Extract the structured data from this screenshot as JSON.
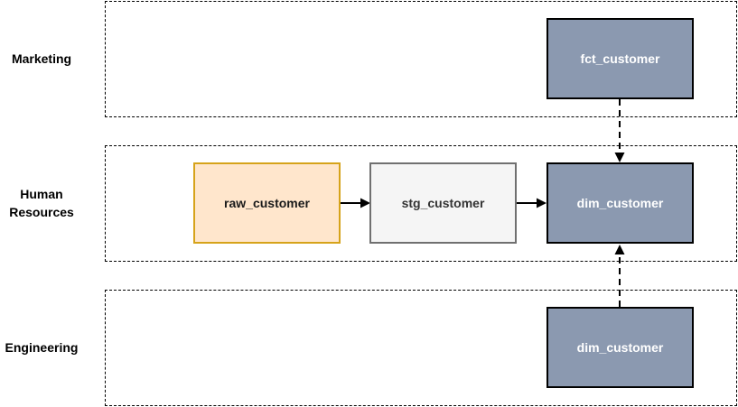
{
  "lanes": [
    {
      "id": "marketing",
      "label": "Marketing"
    },
    {
      "id": "human-resources",
      "label": "Human\nResources"
    },
    {
      "id": "engineering",
      "label": "Engineering"
    }
  ],
  "nodes": {
    "fct_customer_marketing": {
      "label": "fct_customer",
      "fill": "#8b99b0",
      "stroke": "#000000",
      "text_color": "#ffffff"
    },
    "raw_customer": {
      "label": "raw_customer",
      "fill": "#ffe6cc",
      "stroke": "#d6a31a",
      "text_color": "#1a1a1a"
    },
    "stg_customer": {
      "label": "stg_customer",
      "fill": "#f5f5f5",
      "stroke": "#707070",
      "text_color": "#333333"
    },
    "dim_customer_hr": {
      "label": "dim_customer",
      "fill": "#8b99b0",
      "stroke": "#000000",
      "text_color": "#ffffff"
    },
    "dim_customer_engineering": {
      "label": "dim_customer",
      "fill": "#8b99b0",
      "stroke": "#000000",
      "text_color": "#ffffff"
    }
  },
  "edges": [
    {
      "from": "raw_customer",
      "to": "stg_customer",
      "style": "solid"
    },
    {
      "from": "stg_customer",
      "to": "dim_customer_hr",
      "style": "solid"
    },
    {
      "from": "fct_customer_marketing",
      "to": "dim_customer_hr",
      "style": "dashed"
    },
    {
      "from": "dim_customer_engineering",
      "to": "dim_customer_hr",
      "style": "dashed"
    }
  ]
}
